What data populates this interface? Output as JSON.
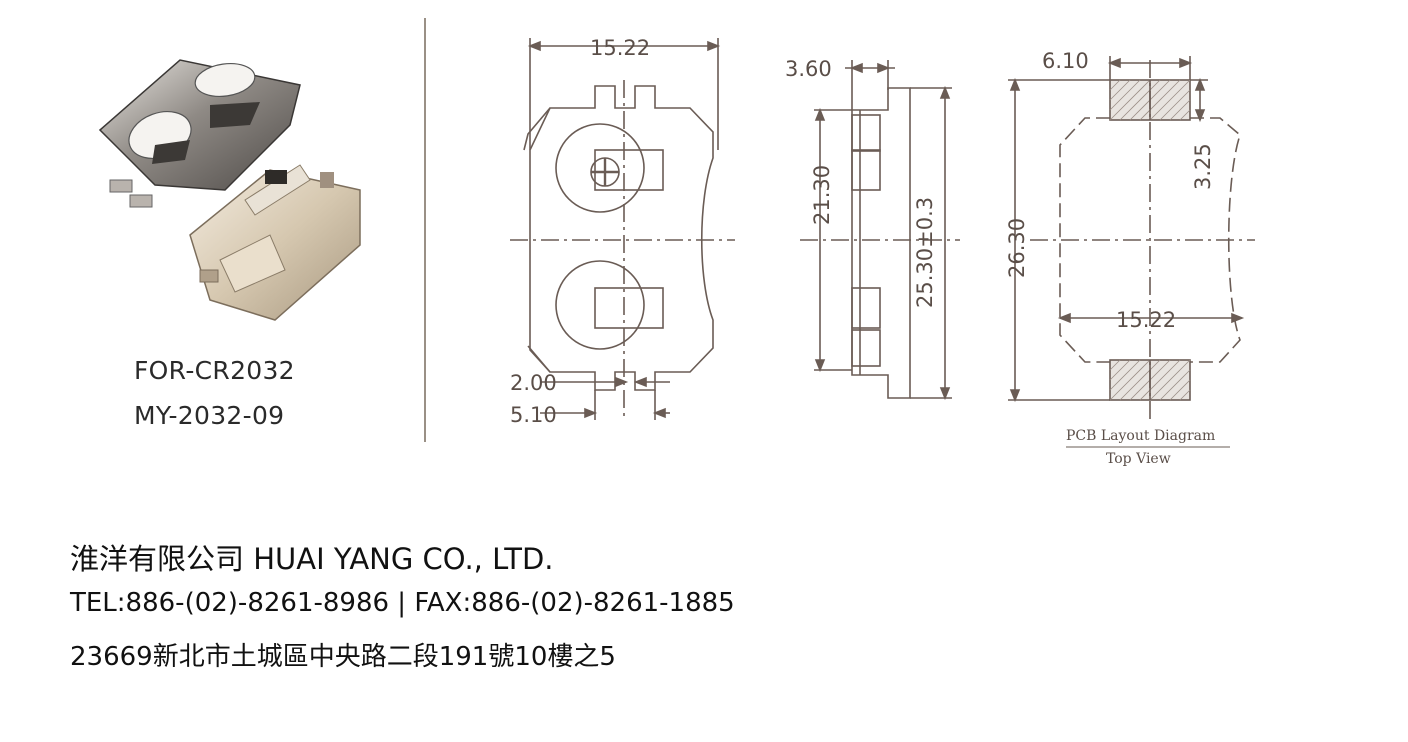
{
  "product": {
    "line1": "FOR-CR2032",
    "line2": "MY-2032-09"
  },
  "front_view": {
    "width": "15.22",
    "tab_spacing": "2.00",
    "tab_width": "5.10"
  },
  "side_view": {
    "thickness": "3.60",
    "inner_length": "21.30",
    "overall_length": "25.30±0.3"
  },
  "pcb_layout": {
    "pad_width": "6.10",
    "pad_height": "3.25",
    "pad_span": "26.30",
    "body_width": "15.22",
    "caption_title": "PCB Layout Diagram",
    "caption_sub": "Top View"
  },
  "company": {
    "name": "淮洋有限公司 HUAI YANG CO., LTD.",
    "contact": "TEL:886-(02)-8261-8986 | FAX:886-(02)-8261-1885",
    "address": "23669新北市土城區中央路二段191號10樓之5"
  }
}
